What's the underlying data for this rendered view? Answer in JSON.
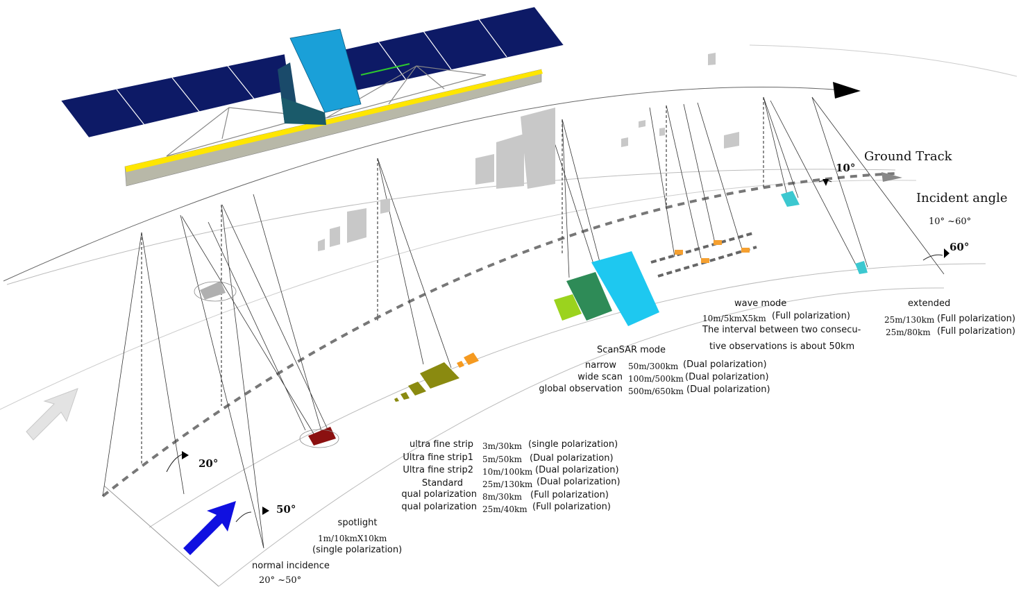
{
  "labels": {
    "ground_track": "Ground Track",
    "incident_angle": "Incident angle",
    "incident_range": "10°  ~60°",
    "angle_10": "10°",
    "angle_60": "60°",
    "angle_20": "20°",
    "angle_50": "50°",
    "normal_incidence": "normal incidence",
    "normal_range": "20°  ~50°"
  },
  "spotlight": {
    "title": "spotlight",
    "spec": "1m/10kmX10km",
    "pol": "(single polarization)"
  },
  "strip_modes": [
    {
      "name": "ultra fine strip",
      "spec": "3m/30km",
      "pol": "(single polarization)"
    },
    {
      "name": "Ultra fine strip1",
      "spec": "5m/50km",
      "pol": "(Dual polarization)"
    },
    {
      "name": "Ultra fine strip2",
      "spec": "10m/100km",
      "pol": "(Dual polarization)"
    },
    {
      "name": "Standard",
      "spec": "25m/130km",
      "pol": "(Dual polarization)"
    },
    {
      "name": "qual polarization",
      "spec": "8m/30km",
      "pol": "(Full polarization)"
    },
    {
      "name": "qual polarization",
      "spec": "25m/40km",
      "pol": "(Full polarization)"
    }
  ],
  "scansar": {
    "title": "ScanSAR mode",
    "rows": [
      {
        "name": "narrow",
        "spec": "50m/300km",
        "pol": "(Dual polarization)"
      },
      {
        "name": "wide scan",
        "spec": "100m/500km",
        "pol": "(Dual polarization)"
      },
      {
        "name": "global observation",
        "spec": "500m/650km",
        "pol": "(Dual polarization)"
      }
    ]
  },
  "wave": {
    "title": "wave mode",
    "spec": "10m/5kmX5km",
    "pol": "(Full polarization)",
    "note1": "The interval between two consecu-",
    "note2": "tive observations is about 50km"
  },
  "extended": {
    "title": "extended",
    "rows": [
      {
        "spec": "25m/130km",
        "pol": "(Full polarization)"
      },
      {
        "spec": "25m/80km",
        "pol": "(Full polarization)"
      }
    ]
  },
  "colors": {
    "solar_panel": "#0d1a66",
    "satellite_body": "#1aa0d8",
    "antenna_edge": "#ffe600",
    "antenna_face": "#b8b8a8",
    "spotlight_patch": "#8b1010",
    "strip_patch": "#8a8a10",
    "strip_small_patch": "#f59a20",
    "scansar_patch_1": "#9bd31e",
    "scansar_patch_2": "#2e8b57",
    "scansar_patch_3": "#1ec8f0",
    "wave_patch": "#f5a030",
    "extended_patch": "#3cc8d0",
    "arrow_blue": "#1010e0",
    "arrow_gray": "#e0e0e0"
  }
}
